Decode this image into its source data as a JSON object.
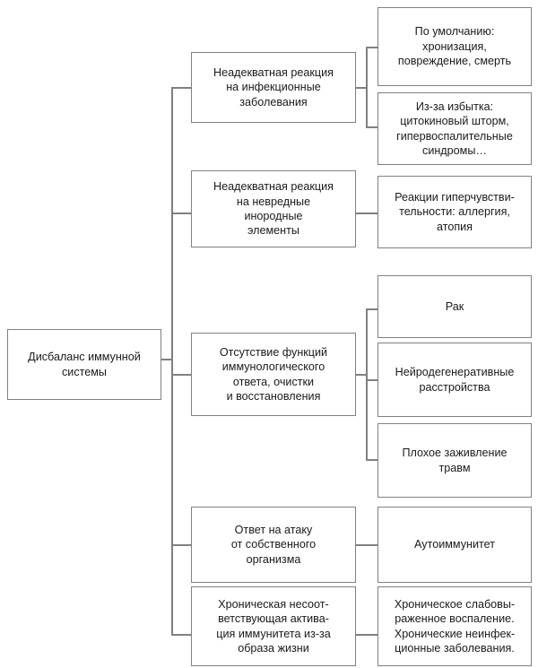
{
  "diagram": {
    "title": "Дисбаланс иммунной системы",
    "type": "hierarchy-tree",
    "root": {
      "id": "root",
      "label": "Дисбаланс иммунной\nсистемы"
    },
    "level1": [
      {
        "id": "l1-infections",
        "label": "Неадекватная реакция\nна инфекционные\nзаболевания"
      },
      {
        "id": "l1-foreign",
        "label": "Неадекватная реакция\nна невредные\nинородные\nэлементы"
      },
      {
        "id": "l1-absence",
        "label": "Отсутствие функций\nиммунологического\nответа, очистки\nи восстановления"
      },
      {
        "id": "l1-self-attack",
        "label": "Ответ на атаку\nот собственного\nорганизма"
      },
      {
        "id": "l1-chronic",
        "label": "Хроническая несоот-\nветствующая актива-\nция иммунитета из-за\nобраза жизни"
      }
    ],
    "level2": [
      {
        "id": "l2-default",
        "parent": "l1-infections",
        "label": "По умолчанию:\nхронизация,\nповреждение, смерть"
      },
      {
        "id": "l2-excess",
        "parent": "l1-infections",
        "label": "Из-за избытка:\nцитокиновый шторм,\nгипервоспалительные\nсиндромы…"
      },
      {
        "id": "l2-hypersensitivity",
        "parent": "l1-foreign",
        "label": "Реакции гиперчувстви-\nтельности: аллергия,\nатопия"
      },
      {
        "id": "l2-cancer",
        "parent": "l1-absence",
        "label": "Рак"
      },
      {
        "id": "l2-neurodegenerative",
        "parent": "l1-absence",
        "label": "Нейродегенеративные\nрасстройства"
      },
      {
        "id": "l2-wound",
        "parent": "l1-absence",
        "label": "Плохое заживление\nтравм"
      },
      {
        "id": "l2-autoimmunity",
        "parent": "l1-self-attack",
        "label": "Аутоиммунитет"
      },
      {
        "id": "l2-inflammation",
        "parent": "l1-chronic",
        "label": "Хроническое слабовы-\nраженное воспаление.\nХронические неинфек-\nционные заболевания."
      }
    ],
    "colors": {
      "border": "#808080",
      "text": "#1a1a1a",
      "background": "#ffffff",
      "connector": "#808080"
    }
  }
}
